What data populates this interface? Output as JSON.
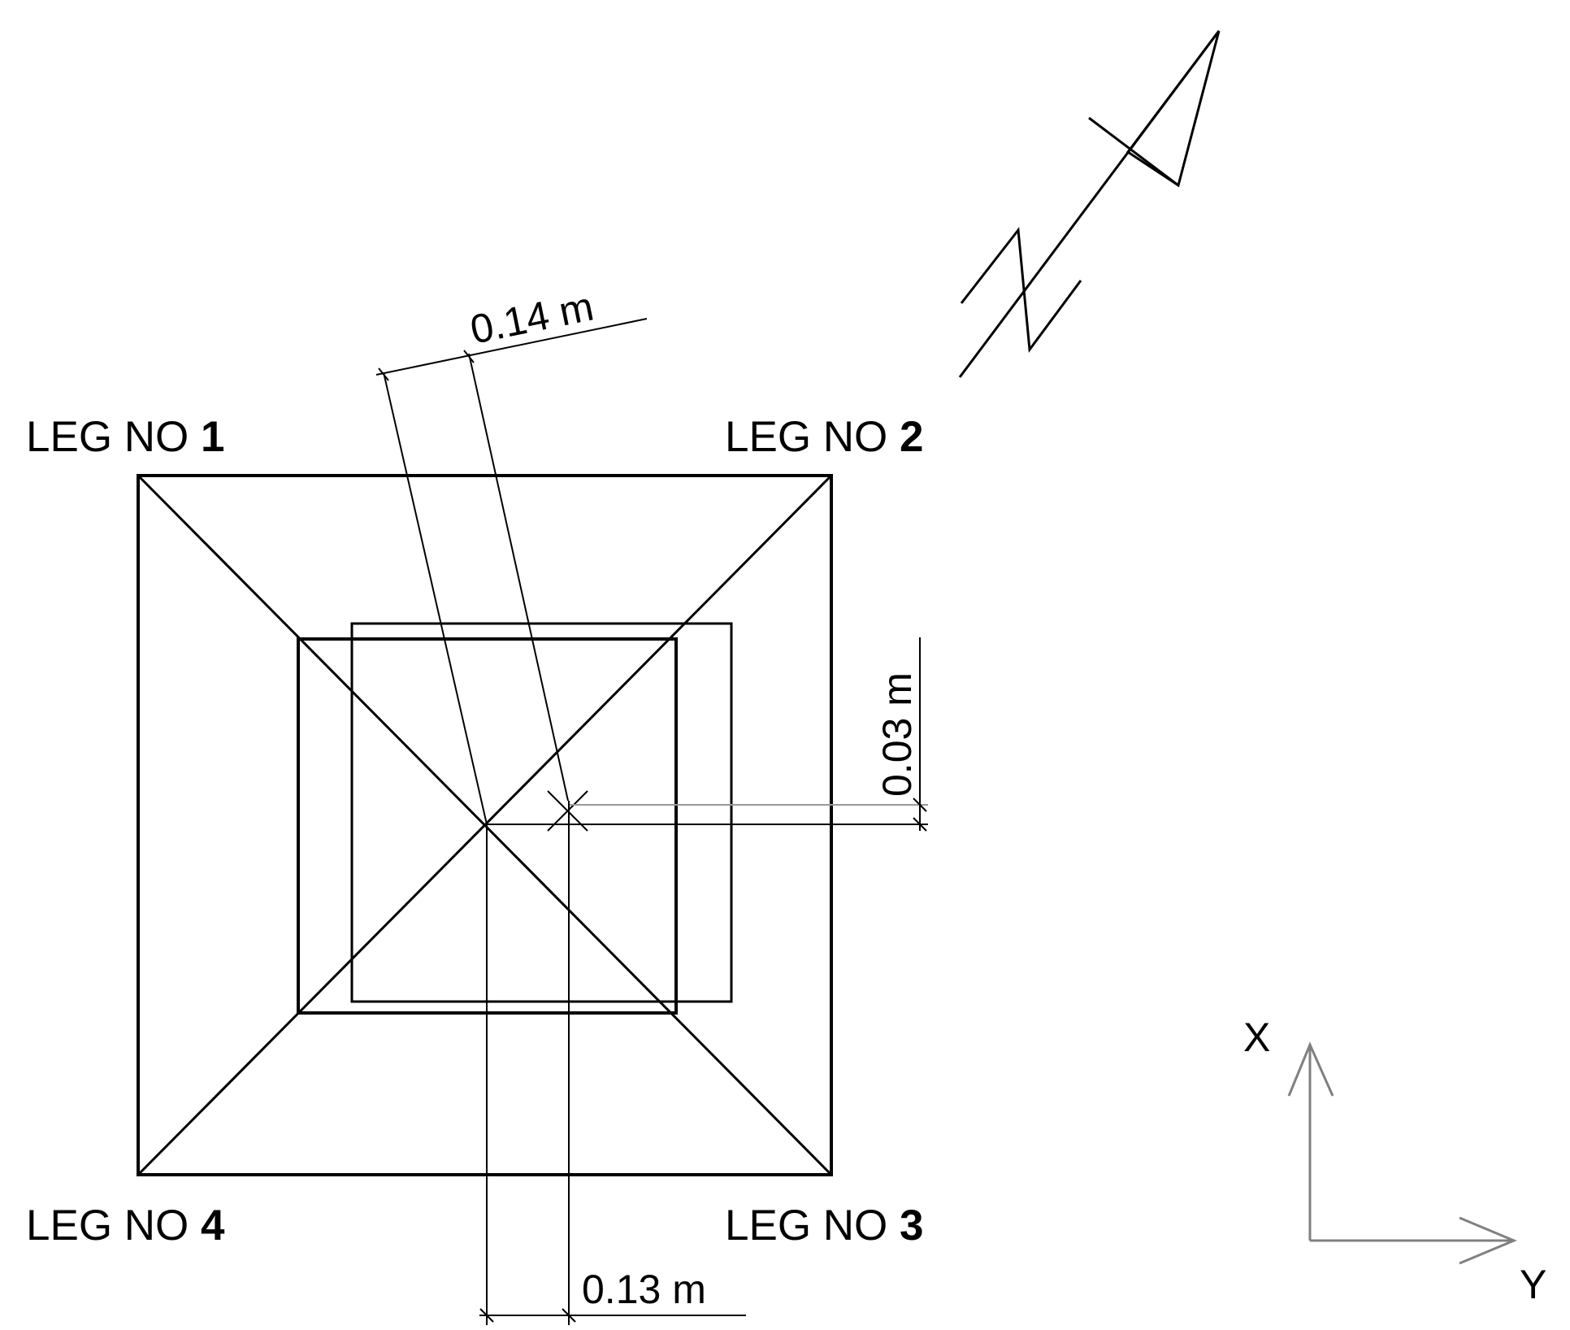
{
  "legs": [
    {
      "prefix": "LEG NO ",
      "number": "1"
    },
    {
      "prefix": "LEG NO ",
      "number": "2"
    },
    {
      "prefix": "LEG NO ",
      "number": "3"
    },
    {
      "prefix": "LEG NO ",
      "number": "4"
    }
  ],
  "dimensions": {
    "offset_total": "0.14 m",
    "offset_x": "0.03 m",
    "offset_y": "0.13 m"
  },
  "axes": {
    "x": "X",
    "y": "Y"
  },
  "icons": {
    "north_arrow": "north-arrow-icon",
    "axis_triad": "xy-axis-icon"
  },
  "colors": {
    "line": "#000000",
    "axis": "#808080",
    "background": "#ffffff"
  }
}
